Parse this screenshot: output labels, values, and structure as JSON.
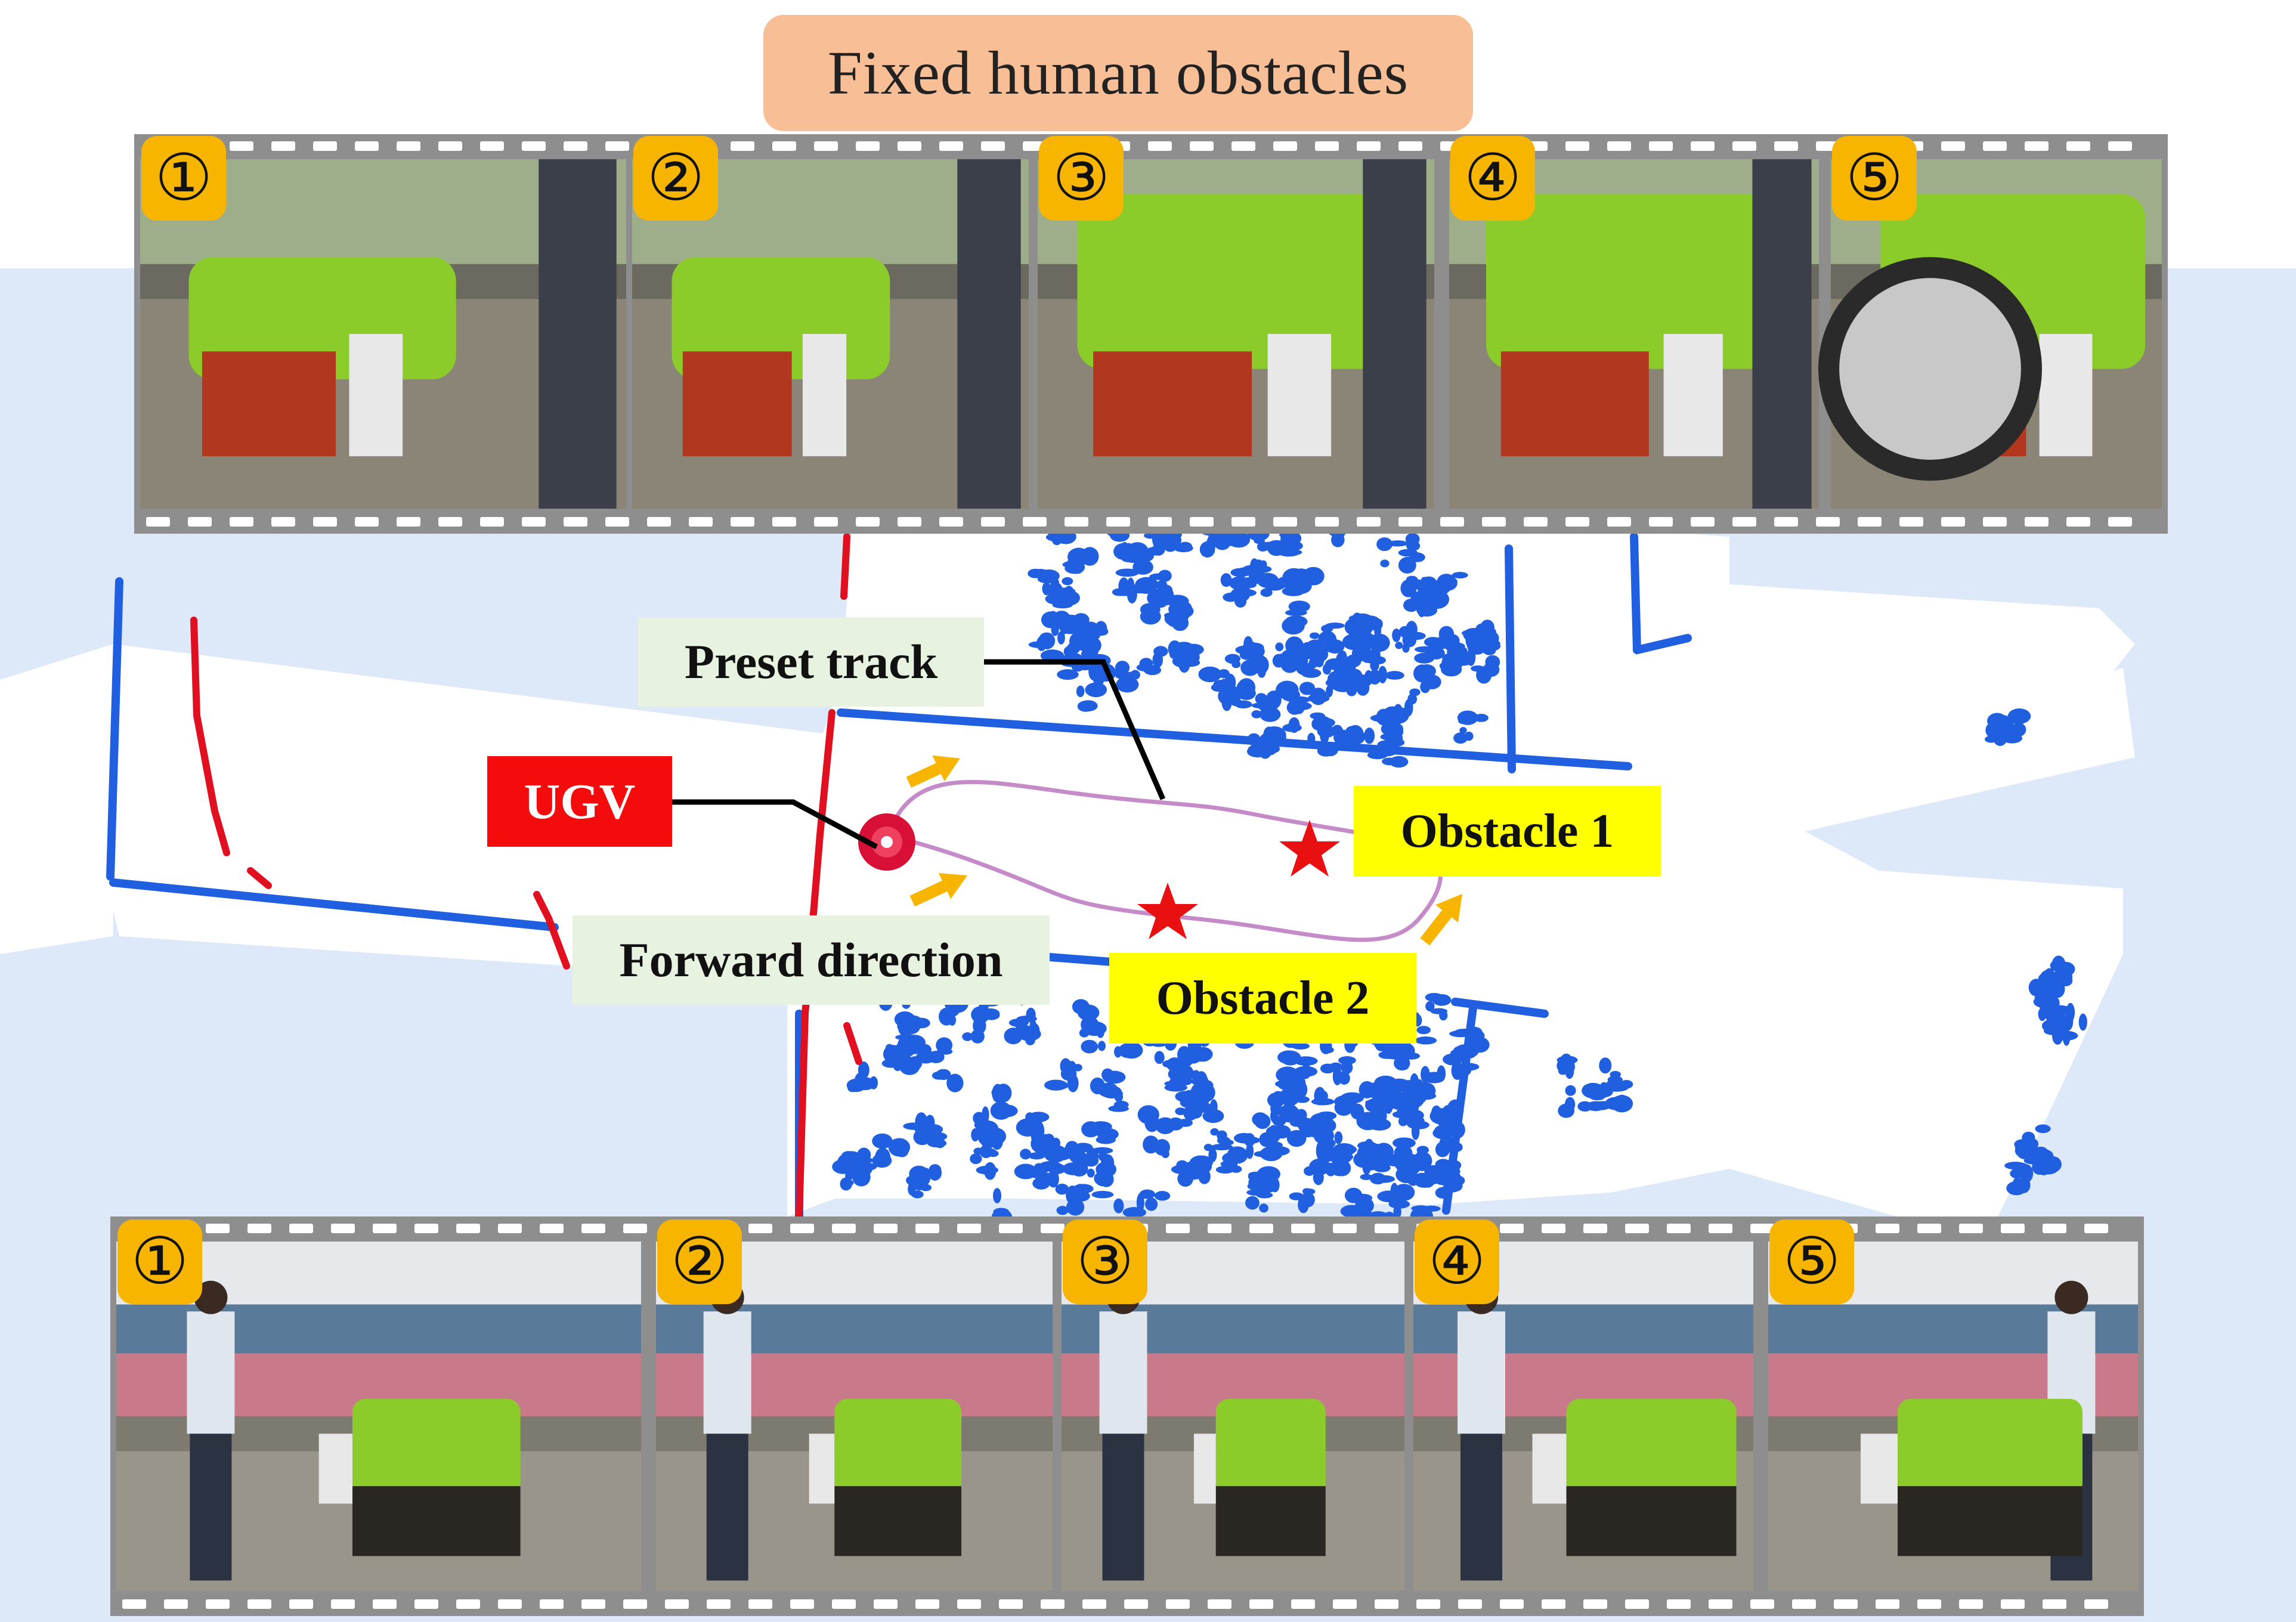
{
  "title": "Fixed human obstacles",
  "labels": {
    "preset_track": "Preset track",
    "ugv": "UGV",
    "forward_direction": "Forward  direction",
    "obstacle_1": "Obstacle 1",
    "obstacle_2": "Obstacle 2"
  },
  "top_strip": {
    "frames": [
      {
        "badge": "①"
      },
      {
        "badge": "②"
      },
      {
        "badge": "③"
      },
      {
        "badge": "④"
      },
      {
        "badge": "⑤"
      }
    ]
  },
  "bottom_strip": {
    "frames": [
      {
        "badge": "①"
      },
      {
        "badge": "②"
      },
      {
        "badge": "③"
      },
      {
        "badge": "④"
      },
      {
        "badge": "⑤"
      }
    ]
  },
  "colors": {
    "title_bg": "#f8be96",
    "map_background": "#dde9f8",
    "map_points": "#1f5fe0",
    "wall_points": "#e01020",
    "label_green": "#e8f2e0",
    "label_yellow": "#ffff00",
    "label_red": "#f40c0c",
    "arrow": "#f7b500",
    "track": "#c58ac8",
    "badge": "#f7b500",
    "film": "#8e8e8e"
  }
}
